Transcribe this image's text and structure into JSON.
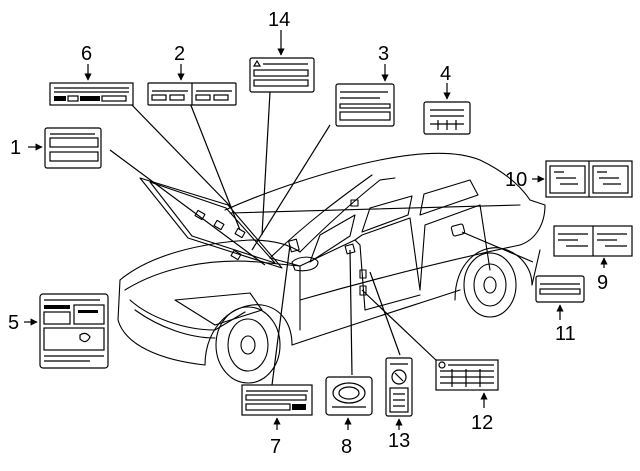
{
  "callouts": [
    {
      "id": "label-1",
      "number": "1"
    },
    {
      "id": "label-2",
      "number": "2"
    },
    {
      "id": "label-3",
      "number": "3"
    },
    {
      "id": "label-4",
      "number": "4"
    },
    {
      "id": "label-5",
      "number": "5"
    },
    {
      "id": "label-6",
      "number": "6"
    },
    {
      "id": "label-7",
      "number": "7"
    },
    {
      "id": "label-8",
      "number": "8"
    },
    {
      "id": "label-9",
      "number": "9"
    },
    {
      "id": "label-10",
      "number": "10"
    },
    {
      "id": "label-11",
      "number": "11"
    },
    {
      "id": "label-12",
      "number": "12"
    },
    {
      "id": "label-13",
      "number": "13"
    },
    {
      "id": "label-14",
      "number": "14"
    }
  ],
  "colors": {
    "line": "#000000",
    "background": "#ffffff"
  }
}
